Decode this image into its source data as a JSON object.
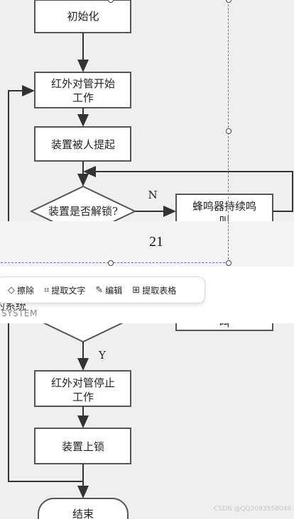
{
  "flowchart": {
    "nodes": {
      "init": "初始化",
      "ir_start_line1": "红外对管开始",
      "ir_start_line2": "工作",
      "lifted": "装置被人提起",
      "unlocked": "装置是否解锁?",
      "buzzer_line1": "蜂鸣器持续鸣",
      "buzzer_line2": "叫",
      "ir_stop_line1": "红外对管停止",
      "ir_stop_line2": "工作",
      "lock": "装置上锁",
      "end": "结束"
    },
    "labels": {
      "no": "N",
      "yes": "Y"
    }
  },
  "page": {
    "number": "21"
  },
  "toolbar": {
    "items": [
      {
        "label": "擦除",
        "icon": "eraser-icon"
      },
      {
        "label": "提取文字",
        "icon": "text-extract-icon"
      },
      {
        "label": "编辑",
        "icon": "edit-pencil-icon"
      },
      {
        "label": "提取表格",
        "icon": "table-extract-icon"
      }
    ]
  },
  "background": {
    "partial_title": "的系统",
    "system_text": "SYSTEM"
  },
  "watermark": "CSDN @QQ2083558048"
}
